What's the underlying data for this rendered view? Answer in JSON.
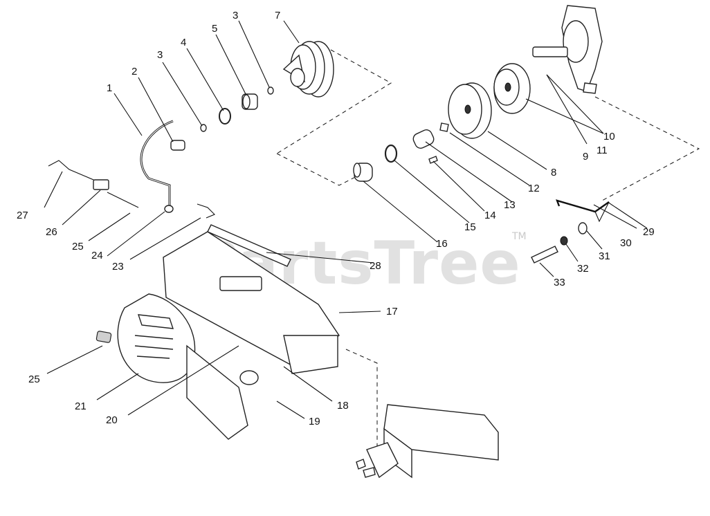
{
  "watermark": {
    "text": "PartsTree",
    "mark": "TM"
  },
  "callouts": [
    "1",
    "2",
    "3",
    "4",
    "5",
    "3",
    "7",
    "8",
    "9",
    "10",
    "11",
    "12",
    "13",
    "14",
    "15",
    "16",
    "17",
    "18",
    "19",
    "20",
    "21",
    "23",
    "24",
    "25",
    "25",
    "26",
    "27",
    "28",
    "29",
    "30",
    "31",
    "32",
    "33"
  ]
}
